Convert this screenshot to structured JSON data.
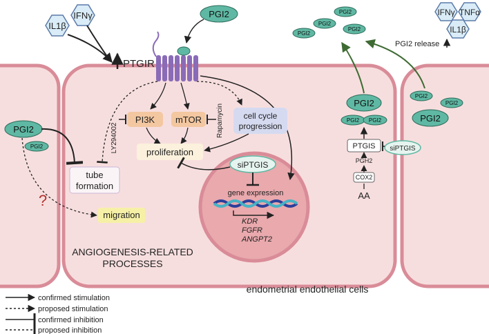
{
  "cytokines": {
    "il1b": "IL1β",
    "ifng": "IFNγ",
    "tnfa": "TNFα"
  },
  "pgi2": "PGI2",
  "receptor": "PTGIR",
  "inhibitors": {
    "ly": "LY294002",
    "rapamycin": "Rapamycin",
    "siptgis": "siPTGIS"
  },
  "signaling": {
    "pi3k": "PI3K",
    "mtor": "mTOR",
    "cell_cycle_line1": "cell cycle",
    "cell_cycle_line2": "progression",
    "proliferation": "proliferation",
    "tube_line1": "tube",
    "tube_line2": "formation",
    "migration": "migration",
    "question": "?"
  },
  "nucleus": {
    "gene_expression": "gene expression",
    "genes": [
      "KDR",
      "FGFR",
      "ANGPT2"
    ]
  },
  "synthesis": {
    "ptgis": "PTGIS",
    "pgh2": "PGH2",
    "cox2": "COX2",
    "aa": "AA",
    "release": "PGI2 release"
  },
  "labels": {
    "processes_line1": "ANGIOGENESIS-RELATED",
    "processes_line2": "PROCESSES",
    "cells": "endometrial endothelial cells"
  },
  "legend": [
    "confirmed stimulation",
    "proposed stimulation",
    "confirmed inhibition",
    "proposed inhibition"
  ],
  "colors": {
    "cell_fill": "#f7dede",
    "cell_border": "#d98c98",
    "nucleus_fill": "#e9a9ad",
    "pgi2_fill": "#5fb8a3",
    "kinase_fill": "#f3c7a0",
    "cycle_fill": "#d5daf0",
    "prolif_fill": "#fbf1dc",
    "migration_fill": "#f6f0a6",
    "receptor_fill": "#8a6bb8",
    "cytokine_fill": "#d9ecf7",
    "release_arrow": "#3e6b33",
    "question_mark": "#b03030"
  }
}
